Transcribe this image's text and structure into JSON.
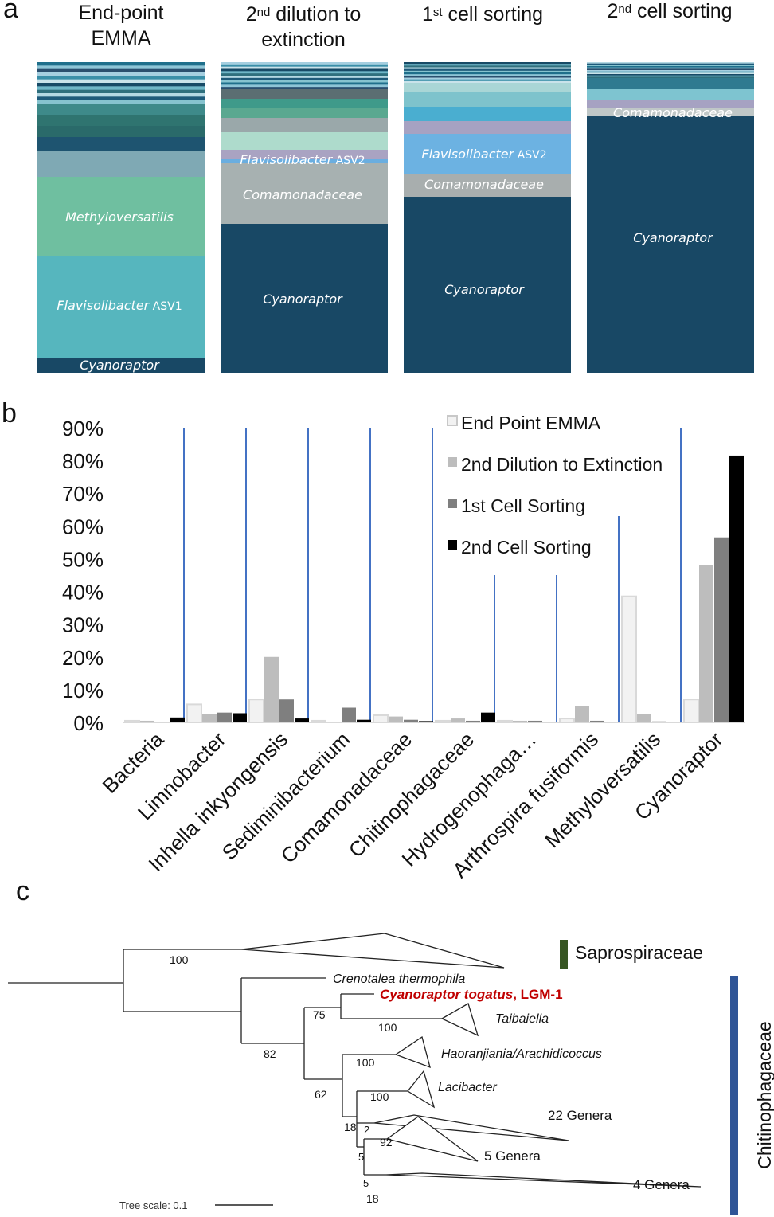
{
  "panel_a": {
    "letter": "a",
    "columns": [
      {
        "title_lines": [
          {
            "pre": "End-point",
            "sup": "",
            "post": ""
          },
          {
            "pre": "EMMA",
            "sup": "",
            "post": ""
          }
        ],
        "labels": [
          {
            "text": "Methyloversatilis",
            "suffix": ""
          },
          {
            "text": "Flavisolibacter",
            "suffix": " ASV1"
          },
          {
            "text": "Cyanoraptor",
            "suffix": ""
          }
        ]
      },
      {
        "title_lines": [
          {
            "pre": "2",
            "sup": "nd",
            "post": " dilution to"
          },
          {
            "pre": "extinction",
            "sup": "",
            "post": ""
          }
        ],
        "labels": [
          {
            "text": "Flavisolibacter",
            "suffix": " ASV2"
          },
          {
            "text": "Comamonadaceae",
            "suffix": ""
          },
          {
            "text": "Cyanoraptor",
            "suffix": ""
          }
        ]
      },
      {
        "title_lines": [
          {
            "pre": "1",
            "sup": "st",
            "post": " cell sorting"
          }
        ],
        "labels": [
          {
            "text": "Flavisolibacter",
            "suffix": " ASV2"
          },
          {
            "text": "Comamonadaceae",
            "suffix": ""
          },
          {
            "text": "Cyanoraptor",
            "suffix": ""
          }
        ]
      },
      {
        "title_lines": [
          {
            "pre": "2",
            "sup": "nd",
            "post": " cell sorting"
          }
        ],
        "labels": [
          {
            "text": "Comamonadaceae",
            "suffix": ""
          },
          {
            "text": "Cyanoraptor",
            "suffix": ""
          }
        ]
      }
    ]
  },
  "panel_b": {
    "letter": "b",
    "chart_data": {
      "type": "bar",
      "categories": [
        "Bacteria",
        "Limnobacter",
        "Inhella inkyongensis",
        "Sediminibacterium",
        "Comamonadaceae",
        "Chitinophagaceae",
        "Hydrogenophaga…",
        "Arthrospira fusiformis",
        "Methyloversatilis",
        "Cyanoraptor"
      ],
      "series": [
        {
          "name": "End Point EMMA",
          "color": "#f2f2f2",
          "values": [
            0.5,
            5.5,
            7,
            0.5,
            2.2,
            0.5,
            0.5,
            1.2,
            38.5,
            7
          ]
        },
        {
          "name": "2nd Dilution to Extinction",
          "color": "#bdbdbd",
          "values": [
            0.5,
            2.5,
            20,
            0.2,
            1.8,
            1.2,
            0.5,
            5,
            2.5,
            48
          ]
        },
        {
          "name": "1st Cell Sorting",
          "color": "#7f7f7f",
          "values": [
            0.2,
            3,
            7,
            4.5,
            0.8,
            0.5,
            0.5,
            0.5,
            0.3,
            56.5
          ]
        },
        {
          "name": "2nd Cell Sorting",
          "color": "#000000",
          "values": [
            1.5,
            2.8,
            1.2,
            0.8,
            0.4,
            3,
            0.2,
            0.2,
            0.2,
            81.5
          ]
        }
      ],
      "ylim": [
        0,
        90
      ],
      "yticks": [
        "0%",
        "10%",
        "20%",
        "30%",
        "40%",
        "50%",
        "60%",
        "70%",
        "80%",
        "90%"
      ],
      "legend_position": "top-right",
      "series_line_color": "#4472c4"
    }
  },
  "panel_c": {
    "letter": "c",
    "taxa": {
      "saprospiraceae": "Saprospiraceae",
      "crenotalea": "Crenotalea thermophila",
      "cyanoraptor_name": "Cyanoraptor togatus",
      "cyanoraptor_strain": ", LGM-1",
      "taibaiella": "Taibaiella",
      "haoranjiania": "Haoranjiania/Arachidicoccus",
      "lacibacter": "Lacibacter",
      "genera22": "22 Genera",
      "genera5": "5 Genera",
      "genera4": "4 Genera",
      "chitinophagaceae": "Chitinophagaceae"
    },
    "bootstrap": [
      "100",
      "75",
      "100",
      "82",
      "100",
      "62",
      "100",
      "18",
      "2",
      "5",
      "92",
      "5",
      "18"
    ],
    "tree_scale": "Tree scale: 0.1",
    "highlight_color": "#c00000",
    "sapro_bar_color": "#375623",
    "chitino_bar_color": "#2f5597"
  }
}
